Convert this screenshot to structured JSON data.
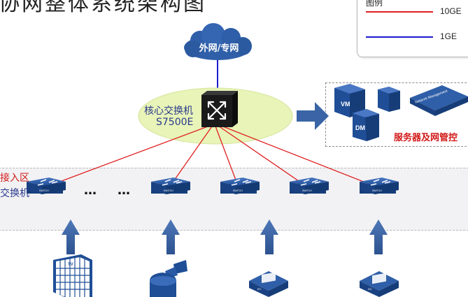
{
  "title": "协网整体系统架构图",
  "legend": {
    "title": "图例",
    "items": [
      {
        "label": "10GE",
        "color": "#e02020"
      },
      {
        "label": "1GE",
        "color": "#1a1ad0"
      }
    ]
  },
  "cloud": {
    "label": "外网/专网"
  },
  "core": {
    "line1": "核心交换机",
    "line2": "S7500E"
  },
  "access": {
    "line1": "接入区",
    "line2": "交换机"
  },
  "ellipsis": [
    "…",
    "…"
  ],
  "switch_tag": "SWITCH",
  "servers": {
    "label": "服务器及网管控",
    "vm_label": "VM",
    "dm_label": "DM",
    "nm_label": "Network Management"
  },
  "devices": {
    "tv_label": "TV",
    "enc_label": "EC",
    "dec_label": "DC"
  },
  "colors": {
    "link_10ge": "#e02020",
    "link_1ge": "#1a1ad0",
    "device_blue": "#1f4e96",
    "arrow_blue": "#3a64a5",
    "ellipse_fill": "#e8f4b8"
  }
}
